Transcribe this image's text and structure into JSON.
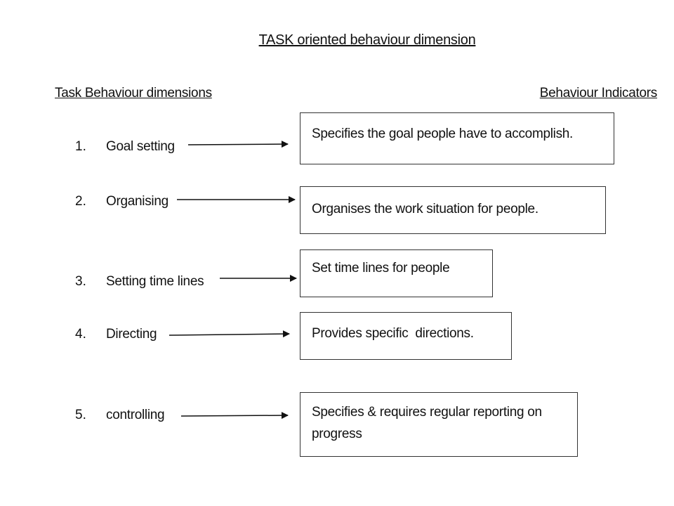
{
  "diagram": {
    "title": "TASK oriented behaviour dimension",
    "left_header": "Task Behaviour dimensions",
    "right_header": "Behaviour Indicators",
    "rows": [
      {
        "number": "1.",
        "dimension": "Goal setting",
        "indicator": "Specifies the goal people have to accomplish."
      },
      {
        "number": "2.",
        "dimension": "Organising",
        "indicator": "Organises the work situation for people."
      },
      {
        "number": "3.",
        "dimension": "Setting time lines",
        "indicator": "Set time lines for people"
      },
      {
        "number": "4.",
        "dimension": "Directing",
        "indicator": "Provides specific  directions."
      },
      {
        "number": "5.",
        "dimension": "controlling",
        "indicator": "Specifies & requires regular reporting on progress"
      }
    ]
  }
}
